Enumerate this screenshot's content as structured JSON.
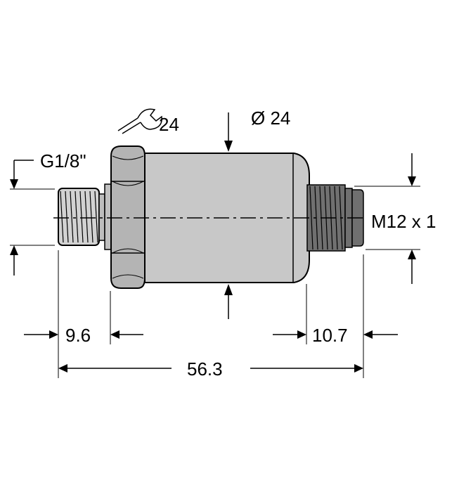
{
  "labels": {
    "wrench_size": "24",
    "diameter": "Ø 24",
    "left_thread": "G1/8\"",
    "right_thread": "M12 x 1",
    "left_length": "9.6",
    "right_length": "10.7",
    "total_length": "56.3"
  },
  "icons": {
    "wrench": "wrench-icon"
  },
  "colors": {
    "housing": "#c8c8c8",
    "nut": "#b4b4b4",
    "connector": "#707070",
    "lines": "#000000"
  }
}
